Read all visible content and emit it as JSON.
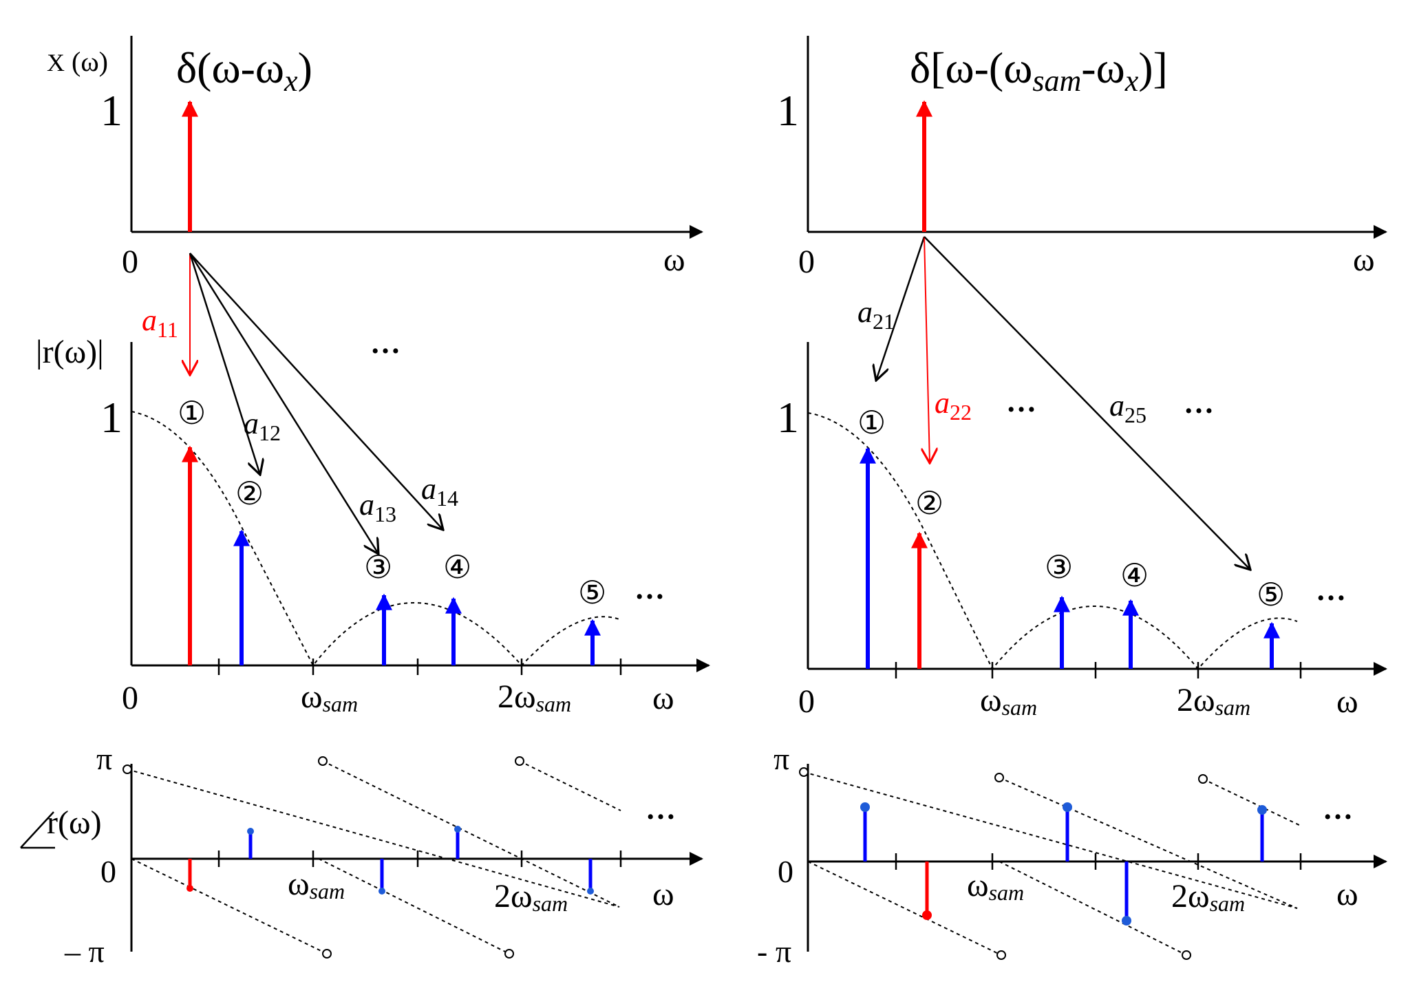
{
  "colors": {
    "source": "#ff0000",
    "alias": "#0000ff",
    "axis": "#000000",
    "alias_dot": "#1e5bd8"
  },
  "left": {
    "top": {
      "ylabel_main": "X",
      "ylabel_arg": "(ω)",
      "title": {
        "pre": "δ(ω-ω",
        "sub": "x",
        "post": ")"
      },
      "ytick": "1",
      "origin": "0",
      "xlabel": "ω"
    },
    "mag": {
      "ylabel": "|r(ω)|",
      "ytick": "1",
      "origin": "0",
      "xlabel": "ω",
      "xticks": [
        {
          "pre": "ω",
          "sub": "sam"
        },
        {
          "pre": "2ω",
          "sub": "sam"
        }
      ],
      "circled": [
        "①",
        "②",
        "③",
        "④",
        "⑤"
      ],
      "ellipsis_top": "…",
      "ellipsis_right": "…"
    },
    "coeffs": [
      {
        "base": "a",
        "sub": "11"
      },
      {
        "base": "a",
        "sub": "12"
      },
      {
        "base": "a",
        "sub": "13"
      },
      {
        "base": "a",
        "sub": "14"
      }
    ],
    "phase": {
      "ylabel": "r(ω)",
      "ytick_pi": "π",
      "ytick_zero": "0",
      "ytick_neg_pi": "– π",
      "xlabel": "ω",
      "xticks": [
        {
          "pre": "ω",
          "sub": "sam"
        },
        {
          "pre": "2ω",
          "sub": "sam"
        }
      ],
      "ellipsis": "…"
    }
  },
  "right": {
    "top": {
      "title": {
        "pre": "δ[ω-(ω",
        "sub1": "sam",
        "mid": "-ω",
        "sub2": "x",
        "post": ")]"
      },
      "ytick": "1",
      "origin": "0",
      "xlabel": "ω"
    },
    "mag": {
      "ytick": "1",
      "origin": "0",
      "xlabel": "ω",
      "xticks": [
        {
          "pre": "ω",
          "sub": "sam"
        },
        {
          "pre": "2ω",
          "sub": "sam"
        }
      ],
      "circled": [
        "①",
        "②",
        "③",
        "④",
        "⑤"
      ],
      "ellipsis_a": "…",
      "ellipsis_b": "…",
      "ellipsis_right": "…"
    },
    "coeffs": [
      {
        "base": "a",
        "sub": "21"
      },
      {
        "base": "a",
        "sub": "22"
      },
      {
        "base": "a",
        "sub": "25"
      }
    ],
    "phase": {
      "ytick_pi": "π",
      "ytick_zero": "0",
      "ytick_neg_pi": "- π",
      "xlabel": "ω",
      "xticks": [
        {
          "pre": "ω",
          "sub": "sam"
        },
        {
          "pre": "2ω",
          "sub": "sam"
        }
      ],
      "ellipsis": "…"
    }
  }
}
